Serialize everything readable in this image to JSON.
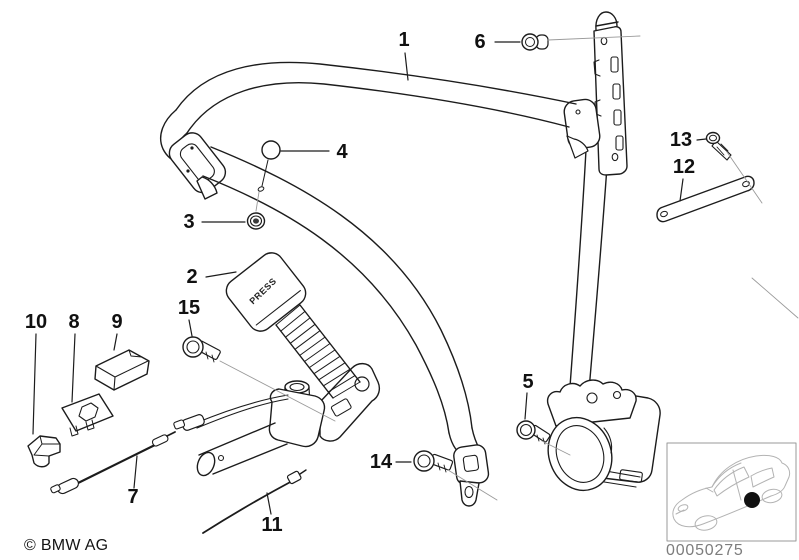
{
  "diagram": {
    "subject": "front-seat-belt-exploded-parts-diagram",
    "buckle_text": "PRESS",
    "callouts": {
      "c1": "1",
      "c2": "2",
      "c3": "3",
      "c4": "4",
      "c5": "5",
      "c6": "6",
      "c7": "7",
      "c8": "8",
      "c9": "9",
      "c10": "10",
      "c11": "11",
      "c12": "12",
      "c13": "13",
      "c14": "14",
      "c15": "15"
    },
    "inset": {
      "icon": "car-silhouette-icon",
      "marker": "black-dot-position-marker"
    }
  },
  "footer": {
    "copyright": "© BMW AG",
    "drawing_number": "00050275"
  },
  "colors": {
    "artwork_line": "#1c1c1c",
    "leader_gray": "#9a9a9a",
    "inset_car_line": "#b3b3b3",
    "drawing_number_text": "#7d7d7d",
    "background": "#ffffff"
  }
}
